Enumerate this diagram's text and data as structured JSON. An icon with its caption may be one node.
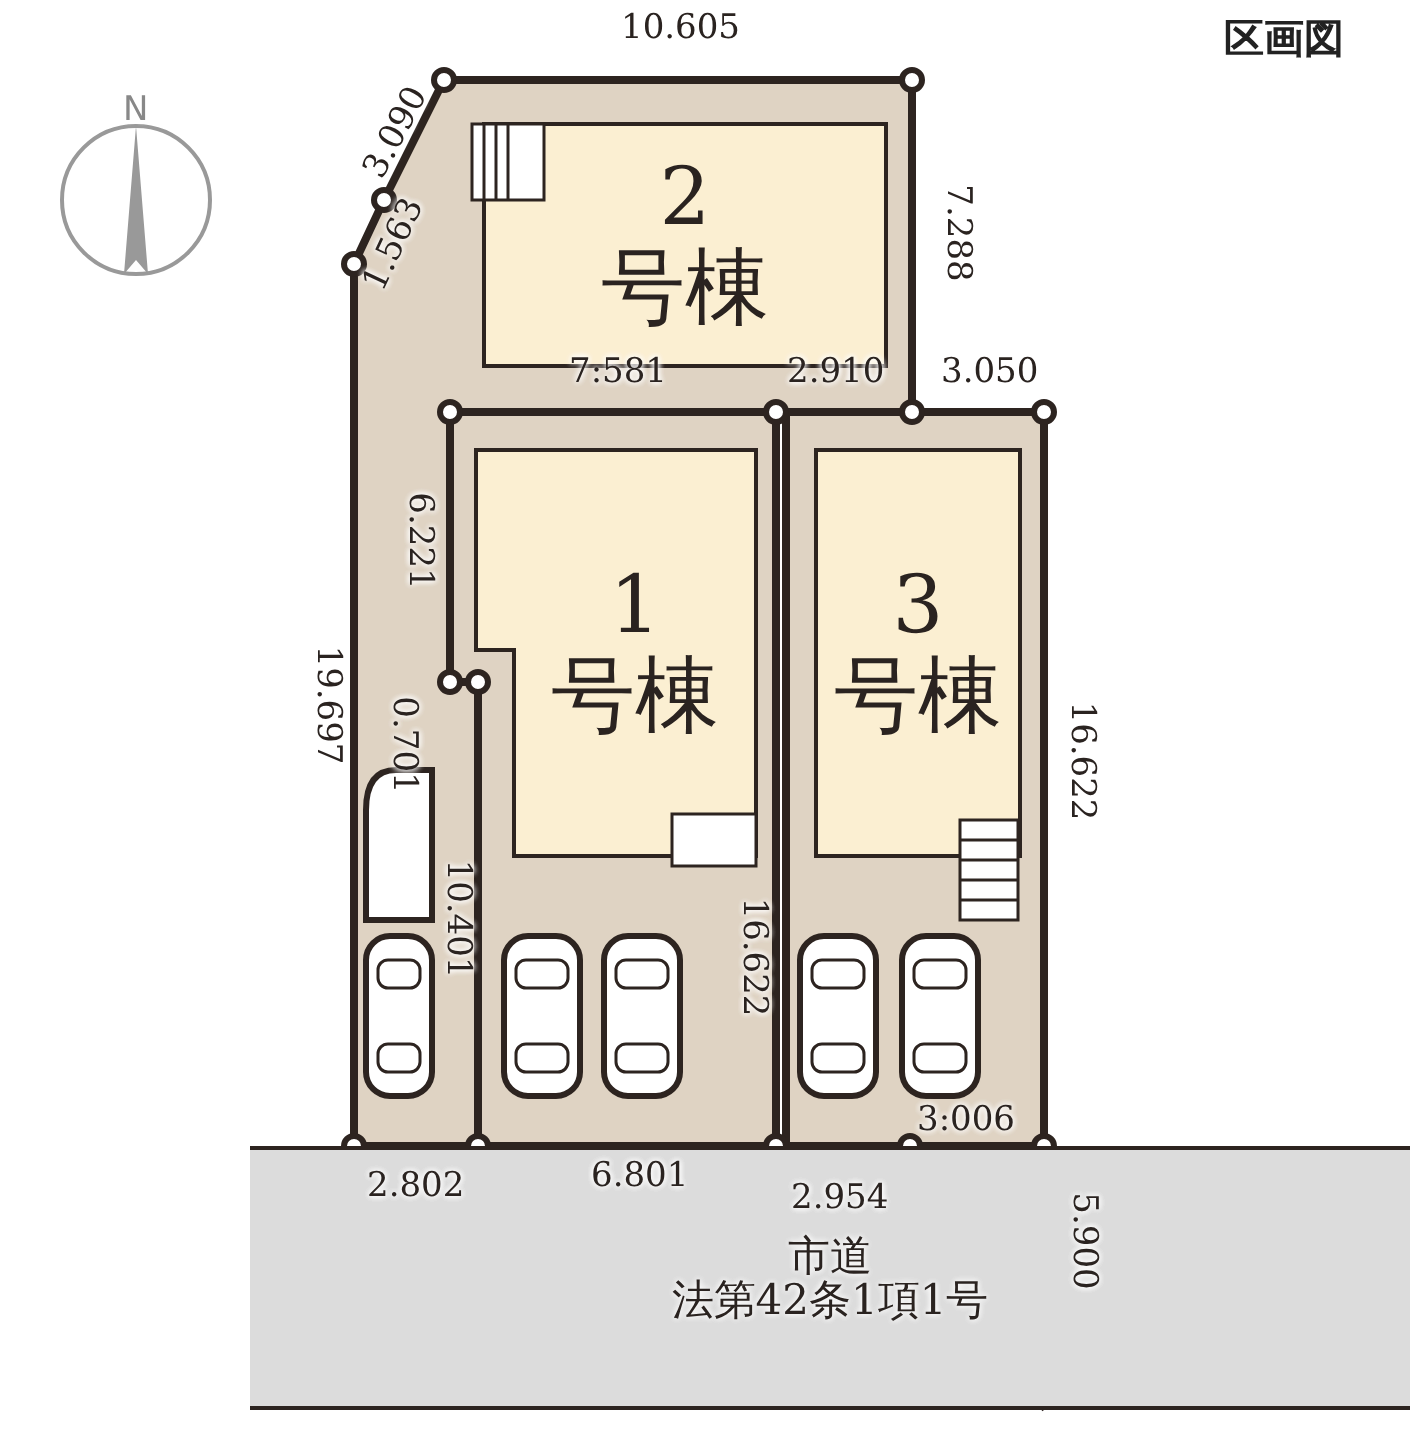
{
  "diagram": {
    "title": "区画図",
    "nodes": [
      {
        "text": [
          "2",
          "号棟"
        ]
      },
      {
        "text": [
          "1",
          "号棟"
        ]
      },
      {
        "text": [
          "3",
          "号棟"
        ]
      },
      {
        "text": [
          "市道",
          "法第42条1項1号"
        ]
      }
    ],
    "labels": [
      "N",
      "10.605",
      "3.090",
      "1.563",
      "7.288",
      "7:581",
      "2.910",
      "3.050",
      "6.221",
      "19.697",
      "0.701",
      "10.401",
      "16.622",
      "16.622",
      "3:006",
      "2.802",
      "6.801",
      "2.954",
      "5.900"
    ]
  }
}
